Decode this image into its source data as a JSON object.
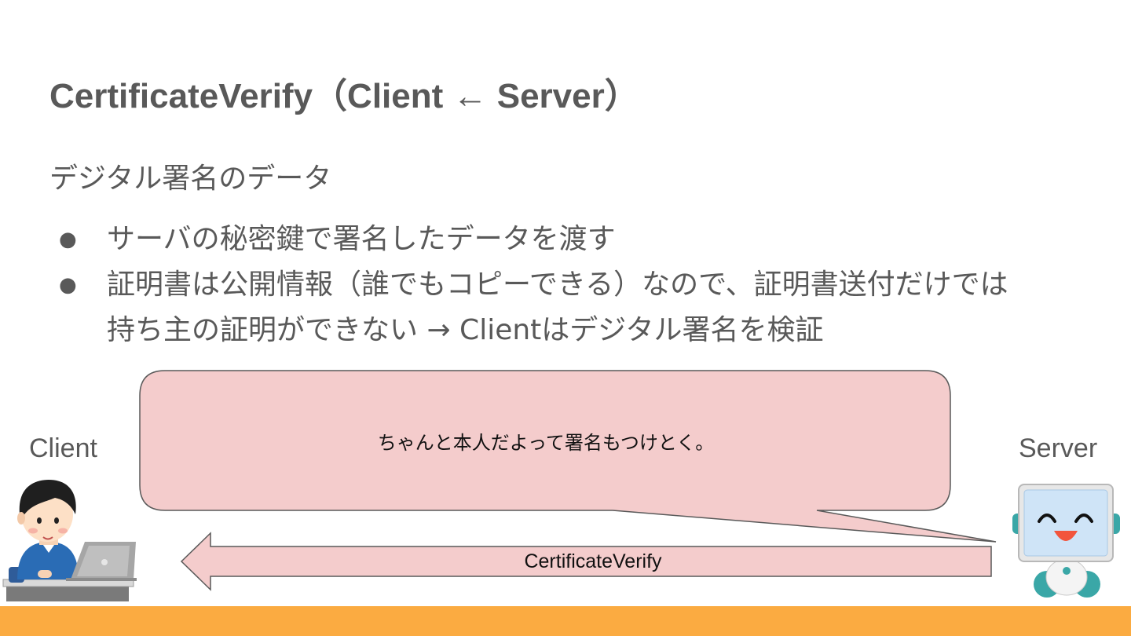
{
  "slide": {
    "title": "CertificateVerify（Client ← Server）",
    "subtitle": "デジタル署名のデータ",
    "bullets": [
      {
        "marker": "●",
        "lines": [
          "サーバの秘密鍵で署名したデータを渡す"
        ]
      },
      {
        "marker": "●",
        "lines": [
          "証明書は公開情報（誰でもコピーできる）なので、証明書送付だけでは",
          "持ち主の証明ができない → Clientはデジタル署名を検証"
        ]
      }
    ]
  },
  "diagram": {
    "client_label": "Client",
    "server_label": "Server",
    "speech_bubble_text": "ちゃんと本人だよって署名もつけとく。",
    "message_arrow_label": "CertificateVerify"
  },
  "colors": {
    "bubble_fill": "#f4cccc",
    "arrow_fill": "#f4cccc",
    "footer_bar": "#fbab41",
    "text_gray": "#595959"
  },
  "icons": [
    "person-at-laptop-illustration",
    "robot-server-illustration",
    "left-arrow"
  ]
}
